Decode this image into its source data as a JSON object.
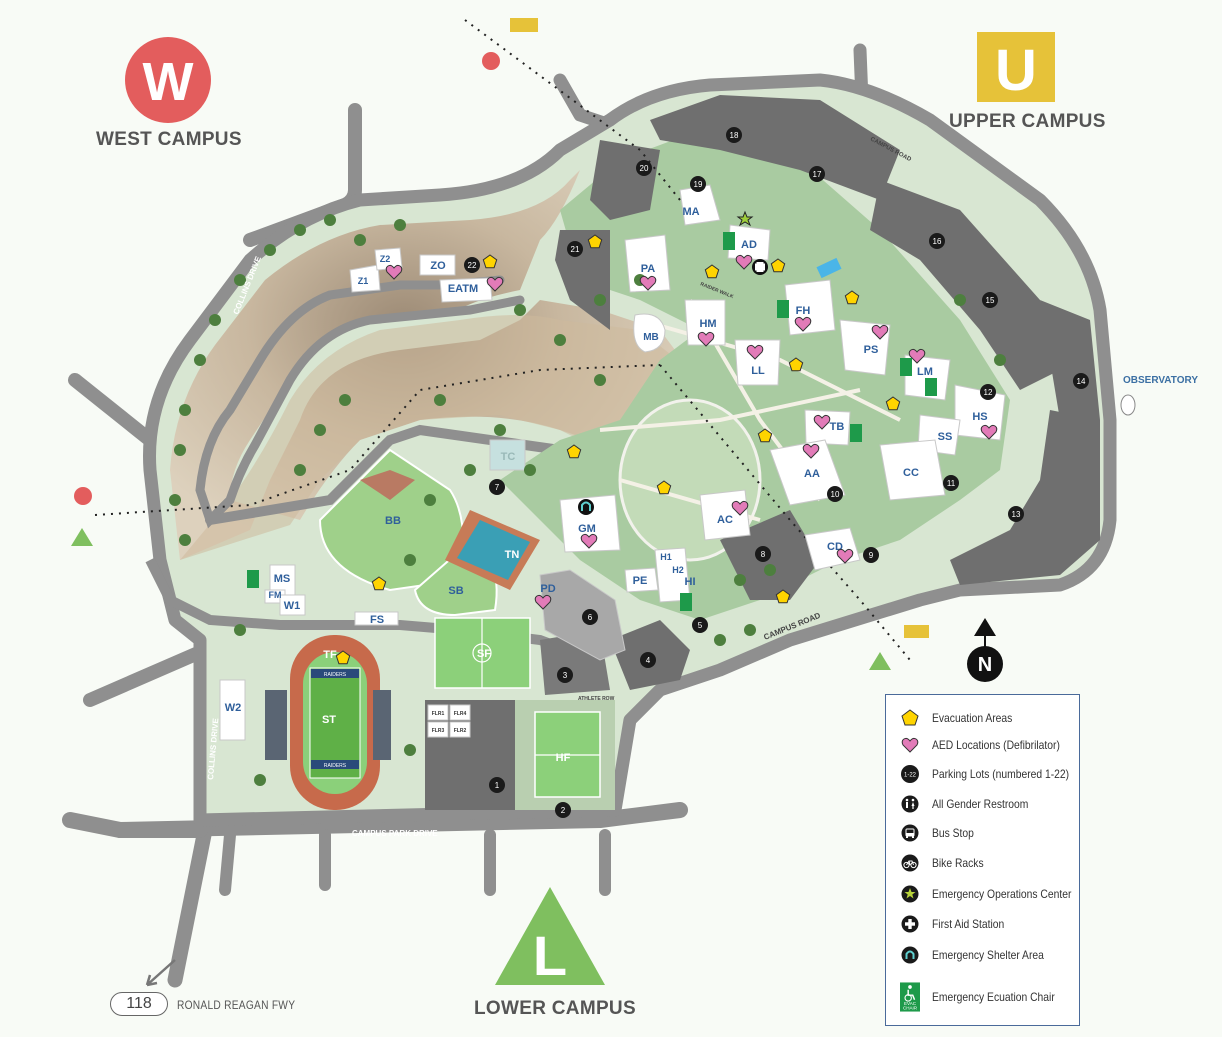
{
  "campuses": {
    "west": {
      "letter": "W",
      "label": "WEST CAMPUS",
      "color": "#e05a5a"
    },
    "upper": {
      "letter": "U",
      "label": "UPPER CAMPUS",
      "color": "#e8c33c"
    },
    "lower": {
      "letter": "L",
      "label": "LOWER CAMPUS",
      "color": "#7fbf5f"
    }
  },
  "roads": {
    "collins_drive_north": "COLLINS DRIVE",
    "collins_drive_south": "COLLINS DRIVE",
    "campus_park_drive": "CAMPUS PARK DRIVE",
    "campus_road_east": "CAMPUS ROAD",
    "campus_road_north": "CAMPUS ROAD",
    "athlete_row": "ATHLETE ROW",
    "raider_walk": "RAIDER WALK"
  },
  "highway": {
    "number": "118",
    "name": "RONALD REAGAN FWY"
  },
  "observatory": "OBSERVATORY",
  "north": "N",
  "stadium_text": {
    "top": "RAIDERS",
    "bottom": "RAIDERS"
  },
  "buildings": {
    "MA": "MA",
    "AD": "AD",
    "PA": "PA",
    "HM": "HM",
    "FH": "FH",
    "MB": "MB",
    "LL": "LL",
    "PS": "PS",
    "LM": "LM",
    "HS": "HS",
    "SS": "SS",
    "TB": "TB",
    "AA": "AA",
    "CC": "CC",
    "AC": "AC",
    "CD": "CD",
    "GM": "GM",
    "TC": "TC",
    "BB": "BB",
    "TN": "TN",
    "SB": "SB",
    "PD": "PD",
    "PE": "PE",
    "H1": "H1",
    "H2": "H2",
    "HI": "HI",
    "SF": "SF",
    "FS": "FS",
    "TF": "TF",
    "ST": "ST",
    "HF": "HF",
    "MS": "MS",
    "FM": "FM",
    "W1": "W1",
    "W2": "W2",
    "ZO": "ZO",
    "Z1": "Z1",
    "Z2": "Z2",
    "EATM": "EATM",
    "FLR1": "FLR1",
    "FLR2": "FLR2",
    "FLR3": "FLR3",
    "FLR4": "FLR4"
  },
  "parking_lots": [
    "1",
    "2",
    "3",
    "4",
    "5",
    "6",
    "7",
    "8",
    "9",
    "10",
    "11",
    "12",
    "13",
    "14",
    "15",
    "16",
    "17",
    "18",
    "19",
    "20",
    "21",
    "22"
  ],
  "legend": {
    "items": [
      {
        "icon": "evacuation-area-icon",
        "label": "Evacuation Areas"
      },
      {
        "icon": "aed-icon",
        "label": "AED Locations (Defibrilator)"
      },
      {
        "icon": "parking-lot-icon",
        "label": "Parking Lots (numbered 1-22)",
        "icon_text": "1-22"
      },
      {
        "icon": "restroom-icon",
        "label": "All Gender Restroom"
      },
      {
        "icon": "bus-stop-icon",
        "label": "Bus Stop"
      },
      {
        "icon": "bike-rack-icon",
        "label": "Bike Racks"
      },
      {
        "icon": "eoc-icon",
        "label": "Emergency Operations Center"
      },
      {
        "icon": "first-aid-icon",
        "label": "First Aid Station"
      },
      {
        "icon": "shelter-icon",
        "label": "Emergency Shelter Area"
      },
      {
        "icon": "evac-chair-icon",
        "label": "Emergency Ecuation Chair",
        "icon_text": [
          "EVAC",
          "CHAIR"
        ]
      }
    ]
  },
  "colors": {
    "evacuation": "#ffd400",
    "aed": "#e27bb8",
    "parking": "#1a1a1a",
    "evac_chair": "#1e9a4a",
    "building_text": "#2f5f9b",
    "road": "#8a8a8a",
    "grass": "#c9dcc0",
    "hill": "#b3a089"
  }
}
